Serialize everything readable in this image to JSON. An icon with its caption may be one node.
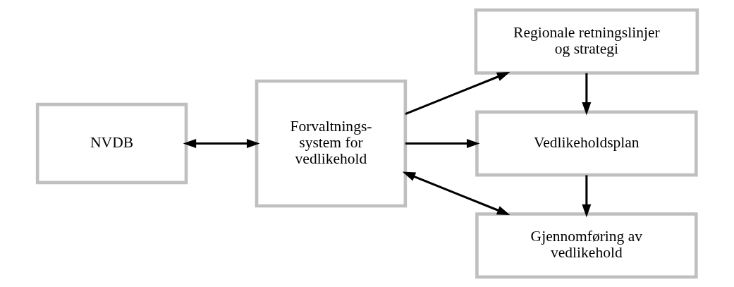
{
  "diagram": {
    "nodes": [
      {
        "text": [
          "NVDB"
        ]
      },
      {
        "text": [
          "Forvaltnings- system for vedlikehold"
        ]
      },
      {
        "text": [
          "Regionale retningslinjer og strategi"
        ]
      },
      {
        "text": [
          "Vedlikeholdsplan"
        ]
      },
      {
        "text": [
          "Gjennomføring av vedlikehold"
        ]
      }
    ],
    "edges": [
      {
        "from": 0,
        "to": 1,
        "arrow": "both"
      },
      {
        "from": 1,
        "to": 2,
        "arrow": "to"
      },
      {
        "from": 1,
        "to": 3,
        "arrow": "to"
      },
      {
        "from": 1,
        "to": 4,
        "arrow": "both"
      },
      {
        "from": 2,
        "to": 3,
        "arrow": "to"
      },
      {
        "from": 3,
        "to": 4,
        "arrow": "to"
      }
    ]
  }
}
